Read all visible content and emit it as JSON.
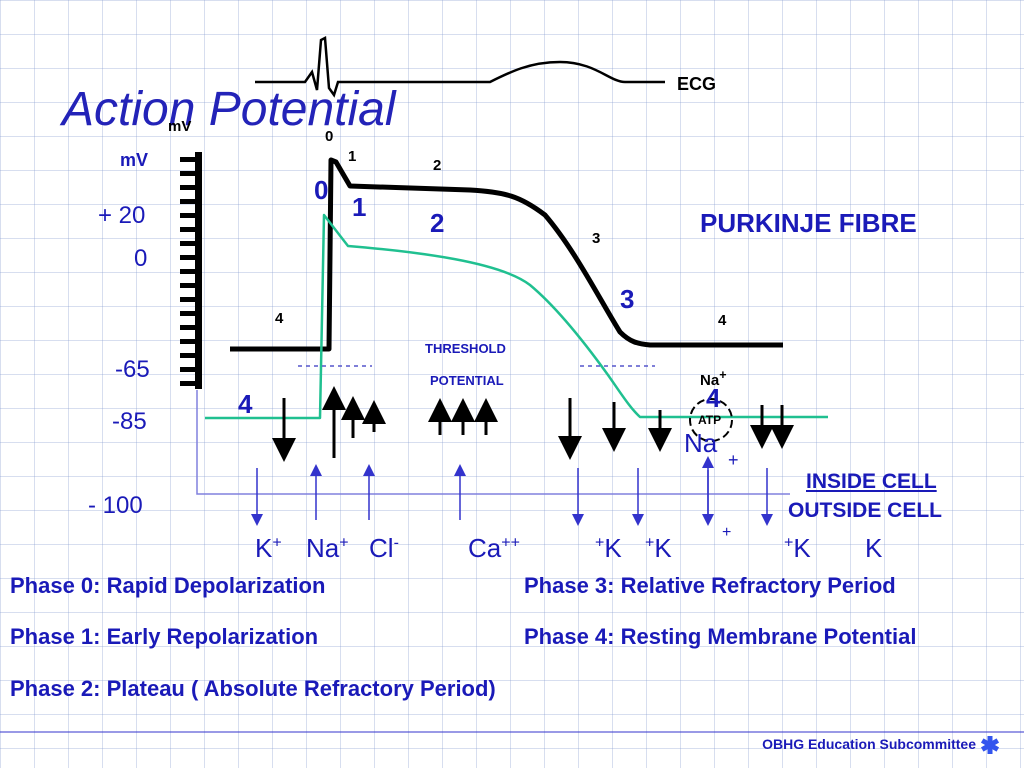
{
  "title": "Action Potential",
  "ecg_label": "ECG",
  "mv_label_small": "mV",
  "mv_label": "mV",
  "scale": {
    "plus20": "+ 20",
    "zero": "0",
    "minus65": "-65",
    "minus85": "-85",
    "minus100": "- 100"
  },
  "phase_small_labels": {
    "p0": "0",
    "p1": "1",
    "p2": "2",
    "p3": "3",
    "p4a": "4",
    "p4b": "4"
  },
  "phase_big_labels": {
    "p0": "0",
    "p1": "1",
    "p2": "2",
    "p3": "3",
    "p4a": "4",
    "p4b": "4"
  },
  "purkinje": "PURKINJE FIBRE",
  "threshold_1": "THRESHOLD",
  "threshold_2": "POTENTIAL",
  "pump": {
    "na_top": "Na",
    "atp": "ATP",
    "na_bottom": "Na"
  },
  "inside_cell": "INSIDE CELL",
  "outside_cell": "OUTSIDE CELL",
  "ions": {
    "k1": "K",
    "na": "Na",
    "cl": "Cl",
    "ca": "Ca",
    "k2": "K",
    "k3": "K",
    "k4": "K",
    "k5": "K"
  },
  "phases": {
    "phase0": "Phase 0: Rapid Depolarization",
    "phase1": "Phase 1: Early Repolarization",
    "phase2": "Phase 2: Plateau ( Absolute Refractory Period)",
    "phase3": "Phase 3: Relative Refractory Period",
    "phase4": "Phase 4: Resting Membrane Potential"
  },
  "footer": "OBHG Education Subcommittee",
  "colors": {
    "title": "#2323b8",
    "text": "#1a1ab8",
    "green_curve": "#20c090",
    "black_curve": "#000000"
  }
}
